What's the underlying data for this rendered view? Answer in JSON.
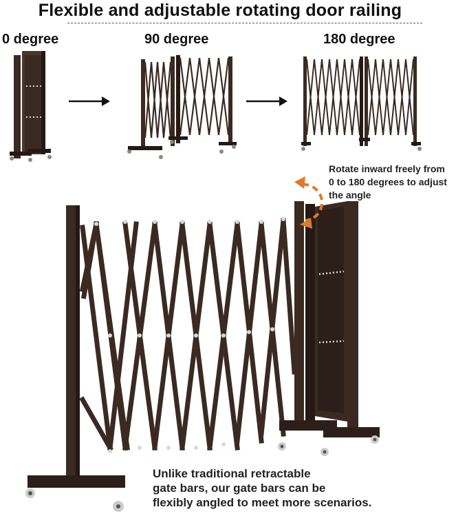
{
  "title": "Flexible and adjustable rotating door railing",
  "stages": [
    {
      "label": "0 degree",
      "icon": "folded-gate-illustration"
    },
    {
      "label": "90 degree",
      "icon": "half-open-gate-illustration"
    },
    {
      "label": "180 degree",
      "icon": "fully-open-gate-illustration"
    }
  ],
  "rotate_note": {
    "lines": [
      "Rotate inward freely from",
      "0 to 180 degrees to adjust",
      "the angle"
    ]
  },
  "bottom_note": {
    "lines": [
      "Unlike traditional retractable",
      "gate bars, our gate bars can be",
      "flexibly angled to meet more scenarios."
    ]
  },
  "colors": {
    "gate": "#3a2a22",
    "gate_dark": "#241914",
    "accent": "#e07a2a",
    "text": "#111111"
  }
}
